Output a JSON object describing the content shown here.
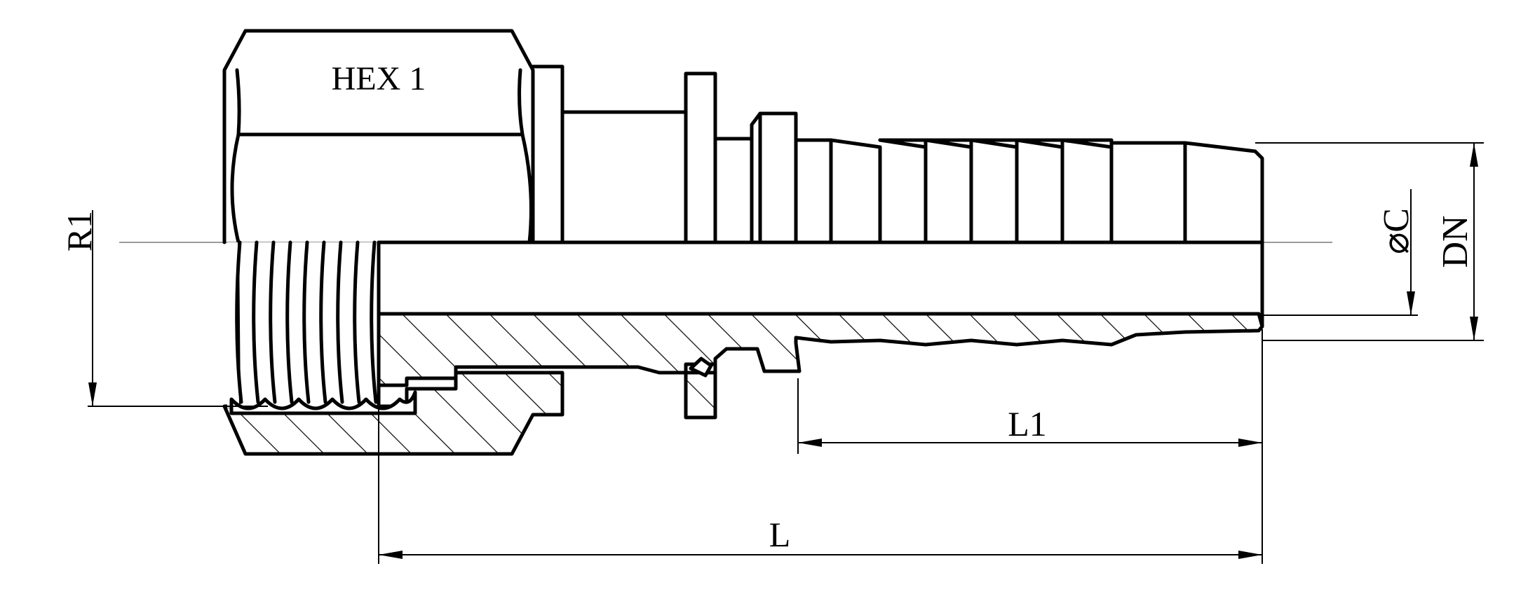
{
  "labels": {
    "hex": "HEX 1",
    "r1": "R1",
    "c": "⌀C",
    "dn": "DN",
    "l1": "L1",
    "l": "L"
  },
  "colors": {
    "line": "#000000",
    "centerline": "#9a9a9a",
    "background": "#ffffff"
  }
}
